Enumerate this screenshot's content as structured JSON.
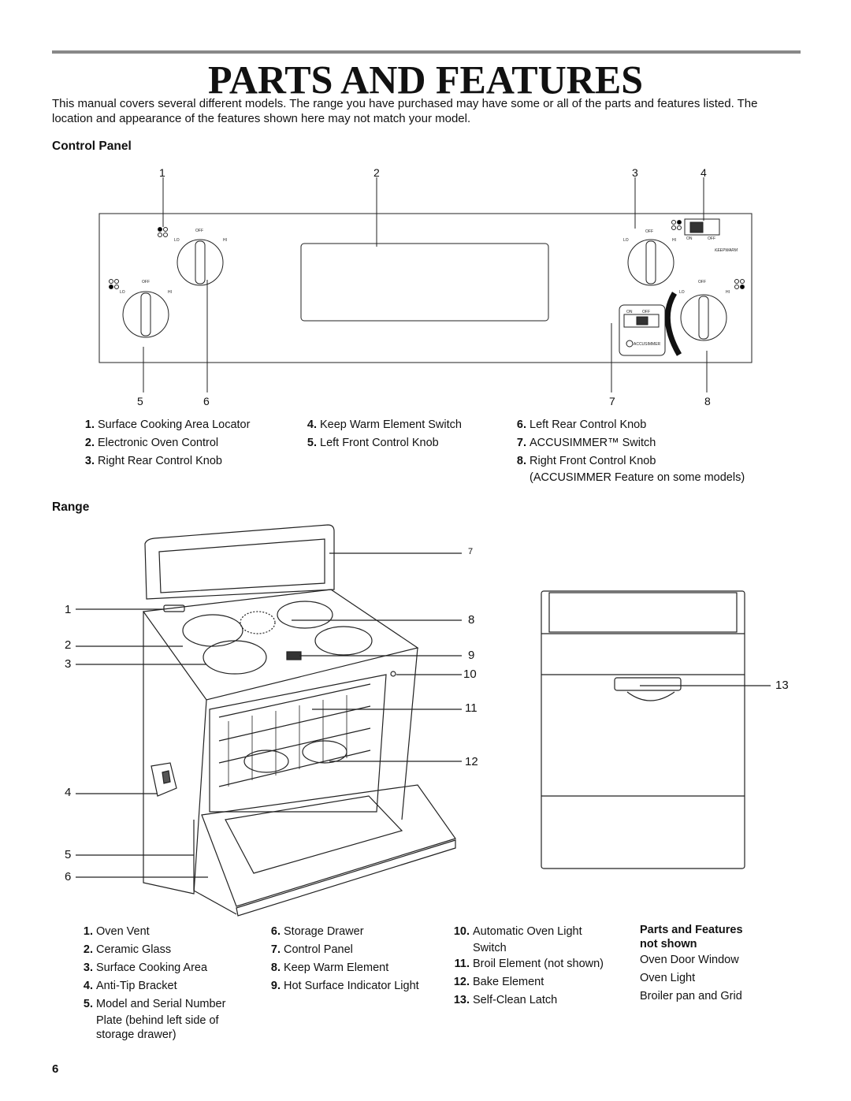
{
  "title": "PARTS AND FEATURES",
  "intro": "This manual covers several different models. The range you have purchased may have some or all of the parts and features listed. The location and appearance of the features shown here may not match your model.",
  "control_panel": {
    "heading": "Control Panel",
    "callouts_top": [
      "1",
      "2",
      "3",
      "4"
    ],
    "callouts_bottom": [
      "5",
      "6",
      "7",
      "8"
    ],
    "dial_text": {
      "off": "OFF",
      "lo": "LO",
      "hi": "HI",
      "on": "ON",
      "accusimmer": "ACCUSIMMER",
      "keepwarm": "KEEPWARM"
    },
    "items": [
      {
        "num": "1.",
        "label": "Surface Cooking Area Locator"
      },
      {
        "num": "2.",
        "label": "Electronic Oven Control"
      },
      {
        "num": "3.",
        "label": "Right Rear Control Knob"
      },
      {
        "num": "4.",
        "label": "Keep Warm Element Switch"
      },
      {
        "num": "5.",
        "label": "Left Front Control Knob"
      },
      {
        "num": "6.",
        "label": "Left Rear Control Knob"
      },
      {
        "num": "7.",
        "label": "ACCUSIMMER™ Switch"
      },
      {
        "num": "8.",
        "label": "Right Front Control Knob"
      }
    ],
    "item8_note": "(ACCUSIMMER Feature on some models)"
  },
  "range": {
    "heading": "Range",
    "callouts": [
      "1",
      "2",
      "3",
      "4",
      "5",
      "6",
      "7",
      "8",
      "9",
      "10",
      "11",
      "12",
      "13"
    ],
    "items": [
      {
        "num": "1.",
        "label": "Oven Vent"
      },
      {
        "num": "2.",
        "label": "Ceramic Glass"
      },
      {
        "num": "3.",
        "label": "Surface Cooking Area"
      },
      {
        "num": "4.",
        "label": "Anti-Tip Bracket"
      },
      {
        "num": "5.",
        "label": "Model and Serial Number"
      },
      {
        "num": "6.",
        "label": "Storage Drawer"
      },
      {
        "num": "7.",
        "label": "Control Panel"
      },
      {
        "num": "8.",
        "label": "Keep Warm Element"
      },
      {
        "num": "9.",
        "label": "Hot Surface Indicator Light"
      },
      {
        "num": "10.",
        "label": "Automatic Oven Light"
      },
      {
        "num": "11.",
        "label": "Broil Element (not shown)"
      },
      {
        "num": "12.",
        "label": "Bake Element"
      },
      {
        "num": "13.",
        "label": "Self-Clean Latch"
      }
    ],
    "item5_cont1": "Plate (behind left side of",
    "item5_cont2": "storage drawer)",
    "item10_cont": "Switch",
    "not_shown_heading1": "Parts and Features",
    "not_shown_heading2": "not shown",
    "not_shown": [
      "Oven Door Window",
      "Oven Light",
      "Broiler pan and Grid"
    ]
  },
  "page_number": "6"
}
